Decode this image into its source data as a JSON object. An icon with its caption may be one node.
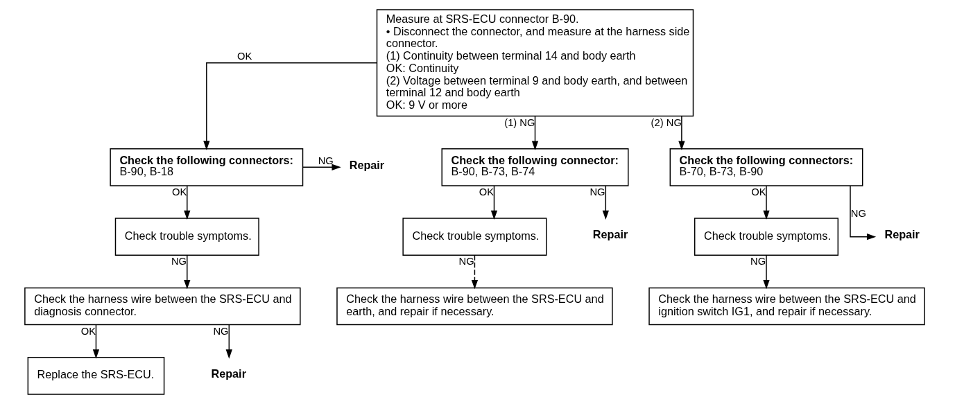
{
  "diagram": {
    "nodes": [
      {
        "text": [
          "Measure at SRS-ECU connector B-90.",
          "• Disconnect the connector, and measure at the harness side connector.",
          "(1) Continuity between terminal 14 and body earth",
          "OK: Continuity",
          "(2) Voltage between terminal 9 and body earth, and between terminal 12 and body earth",
          "OK: 9 V or more"
        ]
      },
      {
        "text": [
          "Check the following connectors:",
          "B-90, B-18"
        ]
      },
      {
        "text": [
          "Repair"
        ]
      },
      {
        "text": [
          "Check trouble symptoms."
        ]
      },
      {
        "text": [
          "Check the harness wire between the SRS-ECU and diagnosis connector."
        ]
      },
      {
        "text": [
          "Replace the SRS-ECU."
        ]
      },
      {
        "text": [
          "Repair"
        ]
      },
      {
        "text": [
          "Check the following connector:",
          "B-90, B-73, B-74"
        ]
      },
      {
        "text": [
          "Check trouble symptoms."
        ]
      },
      {
        "text": [
          "Repair"
        ]
      },
      {
        "text": [
          "Check the harness wire between the SRS-ECU and earth, and repair if necessary."
        ]
      },
      {
        "text": [
          "Check the following connectors:",
          "B-70, B-73, B-90"
        ]
      },
      {
        "text": [
          "Check trouble symptoms."
        ]
      },
      {
        "text": [
          "Repair"
        ]
      },
      {
        "text": [
          "Check the harness wire between the SRS-ECU and ignition switch IG1, and repair if necessary."
        ]
      }
    ],
    "edges": [
      {
        "from": 0,
        "to": 1,
        "arrow": "to",
        "label": "OK"
      },
      {
        "from": 1,
        "to": 2,
        "arrow": "to",
        "label": "NG"
      },
      {
        "from": 1,
        "to": 3,
        "arrow": "to",
        "label": "OK"
      },
      {
        "from": 3,
        "to": 4,
        "arrow": "to",
        "label": "NG"
      },
      {
        "from": 4,
        "to": 5,
        "arrow": "to",
        "label": "OK"
      },
      {
        "from": 4,
        "to": 6,
        "arrow": "to",
        "label": "NG"
      },
      {
        "from": 0,
        "to": 7,
        "arrow": "to",
        "label": "(1) NG"
      },
      {
        "from": 0,
        "to": 11,
        "arrow": "to",
        "label": "(2) NG"
      },
      {
        "from": 7,
        "to": 8,
        "arrow": "to",
        "label": "OK"
      },
      {
        "from": 7,
        "to": 9,
        "arrow": "to",
        "label": "NG"
      },
      {
        "from": 8,
        "to": 10,
        "arrow": "to",
        "label": "NG",
        "style": "dashed"
      },
      {
        "from": 11,
        "to": 12,
        "arrow": "to",
        "label": "OK"
      },
      {
        "from": 11,
        "to": 13,
        "arrow": "to",
        "label": "NG"
      },
      {
        "from": 12,
        "to": 14,
        "arrow": "to",
        "label": "NG"
      }
    ]
  }
}
